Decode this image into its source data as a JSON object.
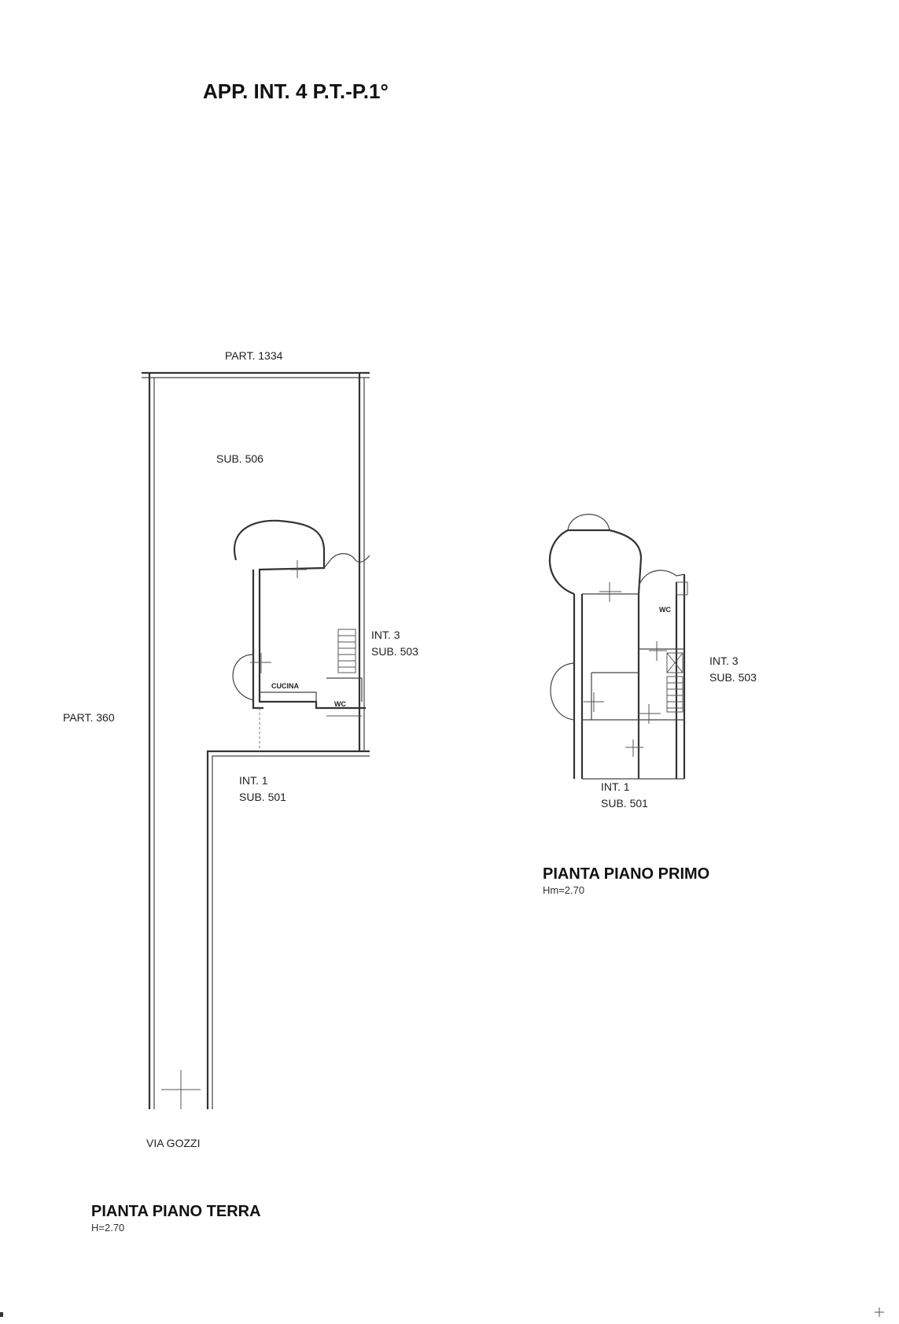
{
  "sheet": {
    "title": "APP. INT. 4 P.T.-P.1°"
  },
  "ground_floor": {
    "plan_title": "PIANTA PIANO TERRA",
    "height_note": "H=2.70",
    "part_top": "PART. 1334",
    "part_left": "PART. 360",
    "sub_area": "SUB. 506",
    "int_right": "INT. 3",
    "sub_right": "SUB. 503",
    "int_bottom": "INT. 1",
    "sub_bottom": "SUB. 501",
    "room_kitchen": "CUCINA",
    "room_wc": "WC",
    "street": "VIA GOZZI"
  },
  "first_floor": {
    "plan_title": "PIANTA PIANO PRIMO",
    "height_note": "Hm=2.70",
    "int_right": "INT. 3",
    "sub_right": "SUB. 503",
    "int_bottom": "INT. 1",
    "sub_bottom": "SUB. 501",
    "room_wc": "WC"
  }
}
